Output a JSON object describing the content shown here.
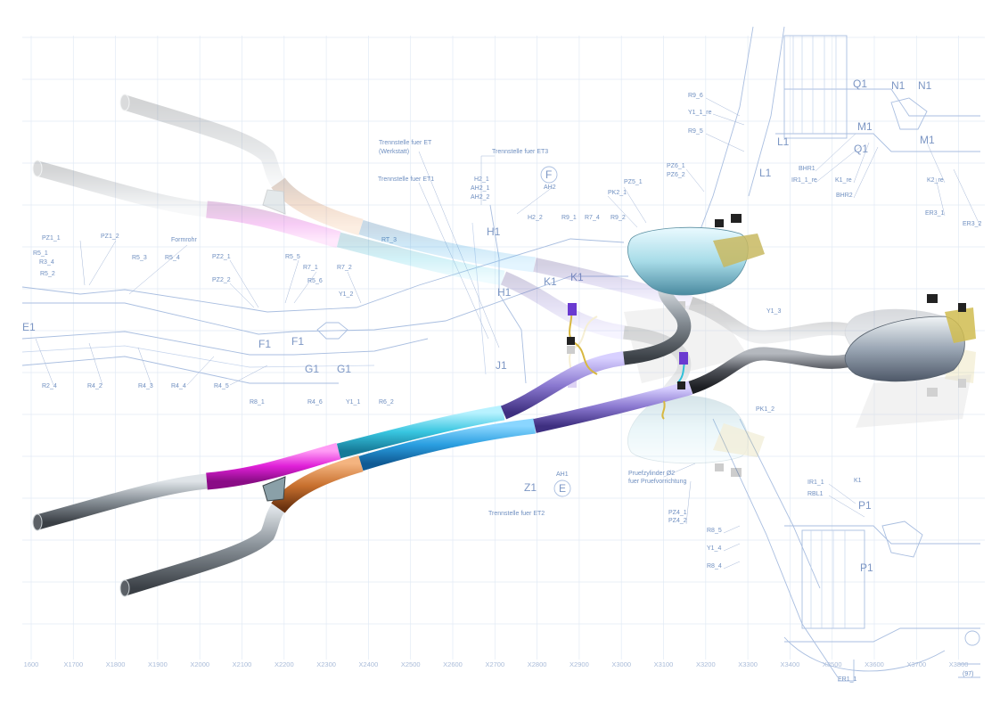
{
  "drawing": {
    "annotations_top": [
      "Trennstelle fuer ET",
      "(Werkstatt)",
      "Trennstelle fuer ET3",
      "Trennstelle fuer ET1",
      "F",
      "AH2",
      "H2_1",
      "AH2_1",
      "AH2_2",
      "H2_2",
      "R9_1",
      "R7_4",
      "R9_2",
      "PZ5_1",
      "PK2_1",
      "H1",
      "K1",
      "K1",
      "H1",
      "RT_3"
    ],
    "annotations_left": [
      "PZ1_1",
      "PZ1_2",
      "Formrohr",
      "R5_1",
      "R3_4",
      "R5_2",
      "R5_3",
      "R5_4",
      "PZ2_1",
      "PZ2_2",
      "R5_5",
      "R7_1",
      "R5_6",
      "R7_2",
      "Y1_2",
      "E1",
      "F1",
      "F1",
      "G1",
      "G1",
      "R2_4",
      "R4_2",
      "R4_3",
      "R4_4",
      "R4_5",
      "R8_1",
      "R4_6",
      "Y1_1",
      "R6_2"
    ],
    "annotations_middle": [
      "J1",
      "Y1_3",
      "PK1_2",
      "Z1",
      "E",
      "AH1",
      "Trennstelle fuer ET2",
      "Pruefzylinder Ø2",
      "fuer Pruefvorrichtung",
      "PZ4_1",
      "PZ4_2",
      "R8_5",
      "Y1_4",
      "R8_4"
    ],
    "annotations_right": [
      "R9_6",
      "Y1_1_re",
      "R9_5",
      "PZ6_1",
      "PZ6_2",
      "L1",
      "L1",
      "Q1",
      "N1",
      "N1",
      "M1",
      "Q1",
      "M1",
      "BHR1",
      "IR1_1_re",
      "K1_re",
      "BHR2",
      "K2_re",
      "ER3_1",
      "ER3_2",
      "P1",
      "P1",
      "IR1_1",
      "RBL1",
      "K1",
      "ER1_1",
      "(97)"
    ],
    "axis_ticks": [
      "1600",
      "X1700",
      "X1800",
      "X1900",
      "X2000",
      "X2100",
      "X2200",
      "X2300",
      "X2400",
      "X2500",
      "X2600",
      "X2700",
      "X2800",
      "X2900",
      "X3000",
      "X3100",
      "X3200",
      "X3300",
      "X3400",
      "X3500",
      "X3600",
      "X3700",
      "X3800"
    ]
  },
  "colors": {
    "blueprint": "#a9bee0",
    "pipe_gray": "#8a9298",
    "pipe_magenta": "#e020d8",
    "pipe_cyan": "#38c6e0",
    "pipe_blue": "#2a9ee0",
    "pipe_orange": "#c8702e",
    "pipe_purple": "#8a78d0",
    "pipe_dark": "#4c4f56",
    "muffler": "#a8dce8"
  }
}
